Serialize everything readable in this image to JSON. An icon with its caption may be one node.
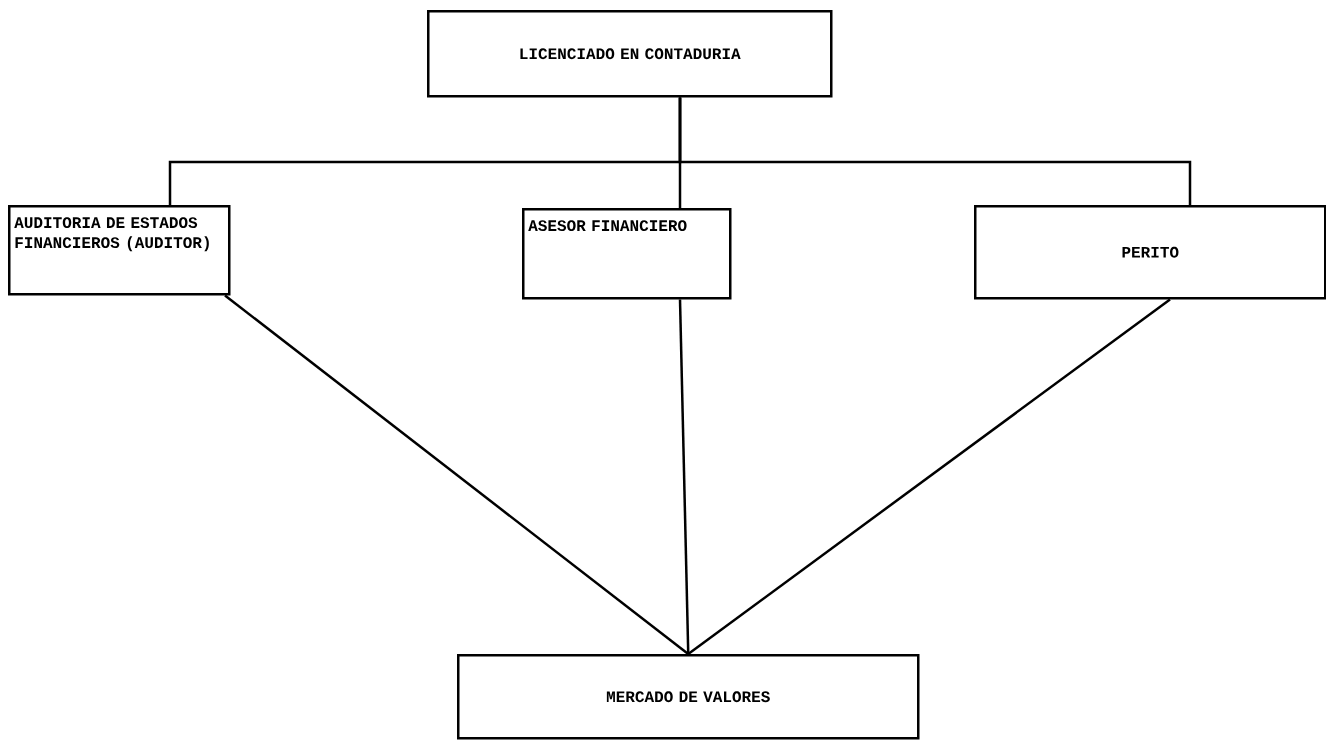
{
  "diagram": {
    "nodes": [
      {
        "text": [
          "LICENCIADO EN CONTADURIA"
        ]
      },
      {
        "text": [
          "AUDITORIA DE ESTADOS FINANCIEROS (AUDITOR)"
        ]
      },
      {
        "text": [
          "ASESOR FINANCIERO"
        ]
      },
      {
        "text": [
          "PERITO"
        ]
      },
      {
        "text": [
          "MERCADO DE VALORES"
        ]
      }
    ],
    "edges": [
      {
        "from": 0,
        "to": 1,
        "arrow": "none"
      },
      {
        "from": 0,
        "to": 2,
        "arrow": "none"
      },
      {
        "from": 0,
        "to": 3,
        "arrow": "none"
      },
      {
        "from": 1,
        "to": 4,
        "arrow": "none"
      },
      {
        "from": 2,
        "to": 4,
        "arrow": "none"
      },
      {
        "from": 3,
        "to": 4,
        "arrow": "none"
      }
    ]
  }
}
